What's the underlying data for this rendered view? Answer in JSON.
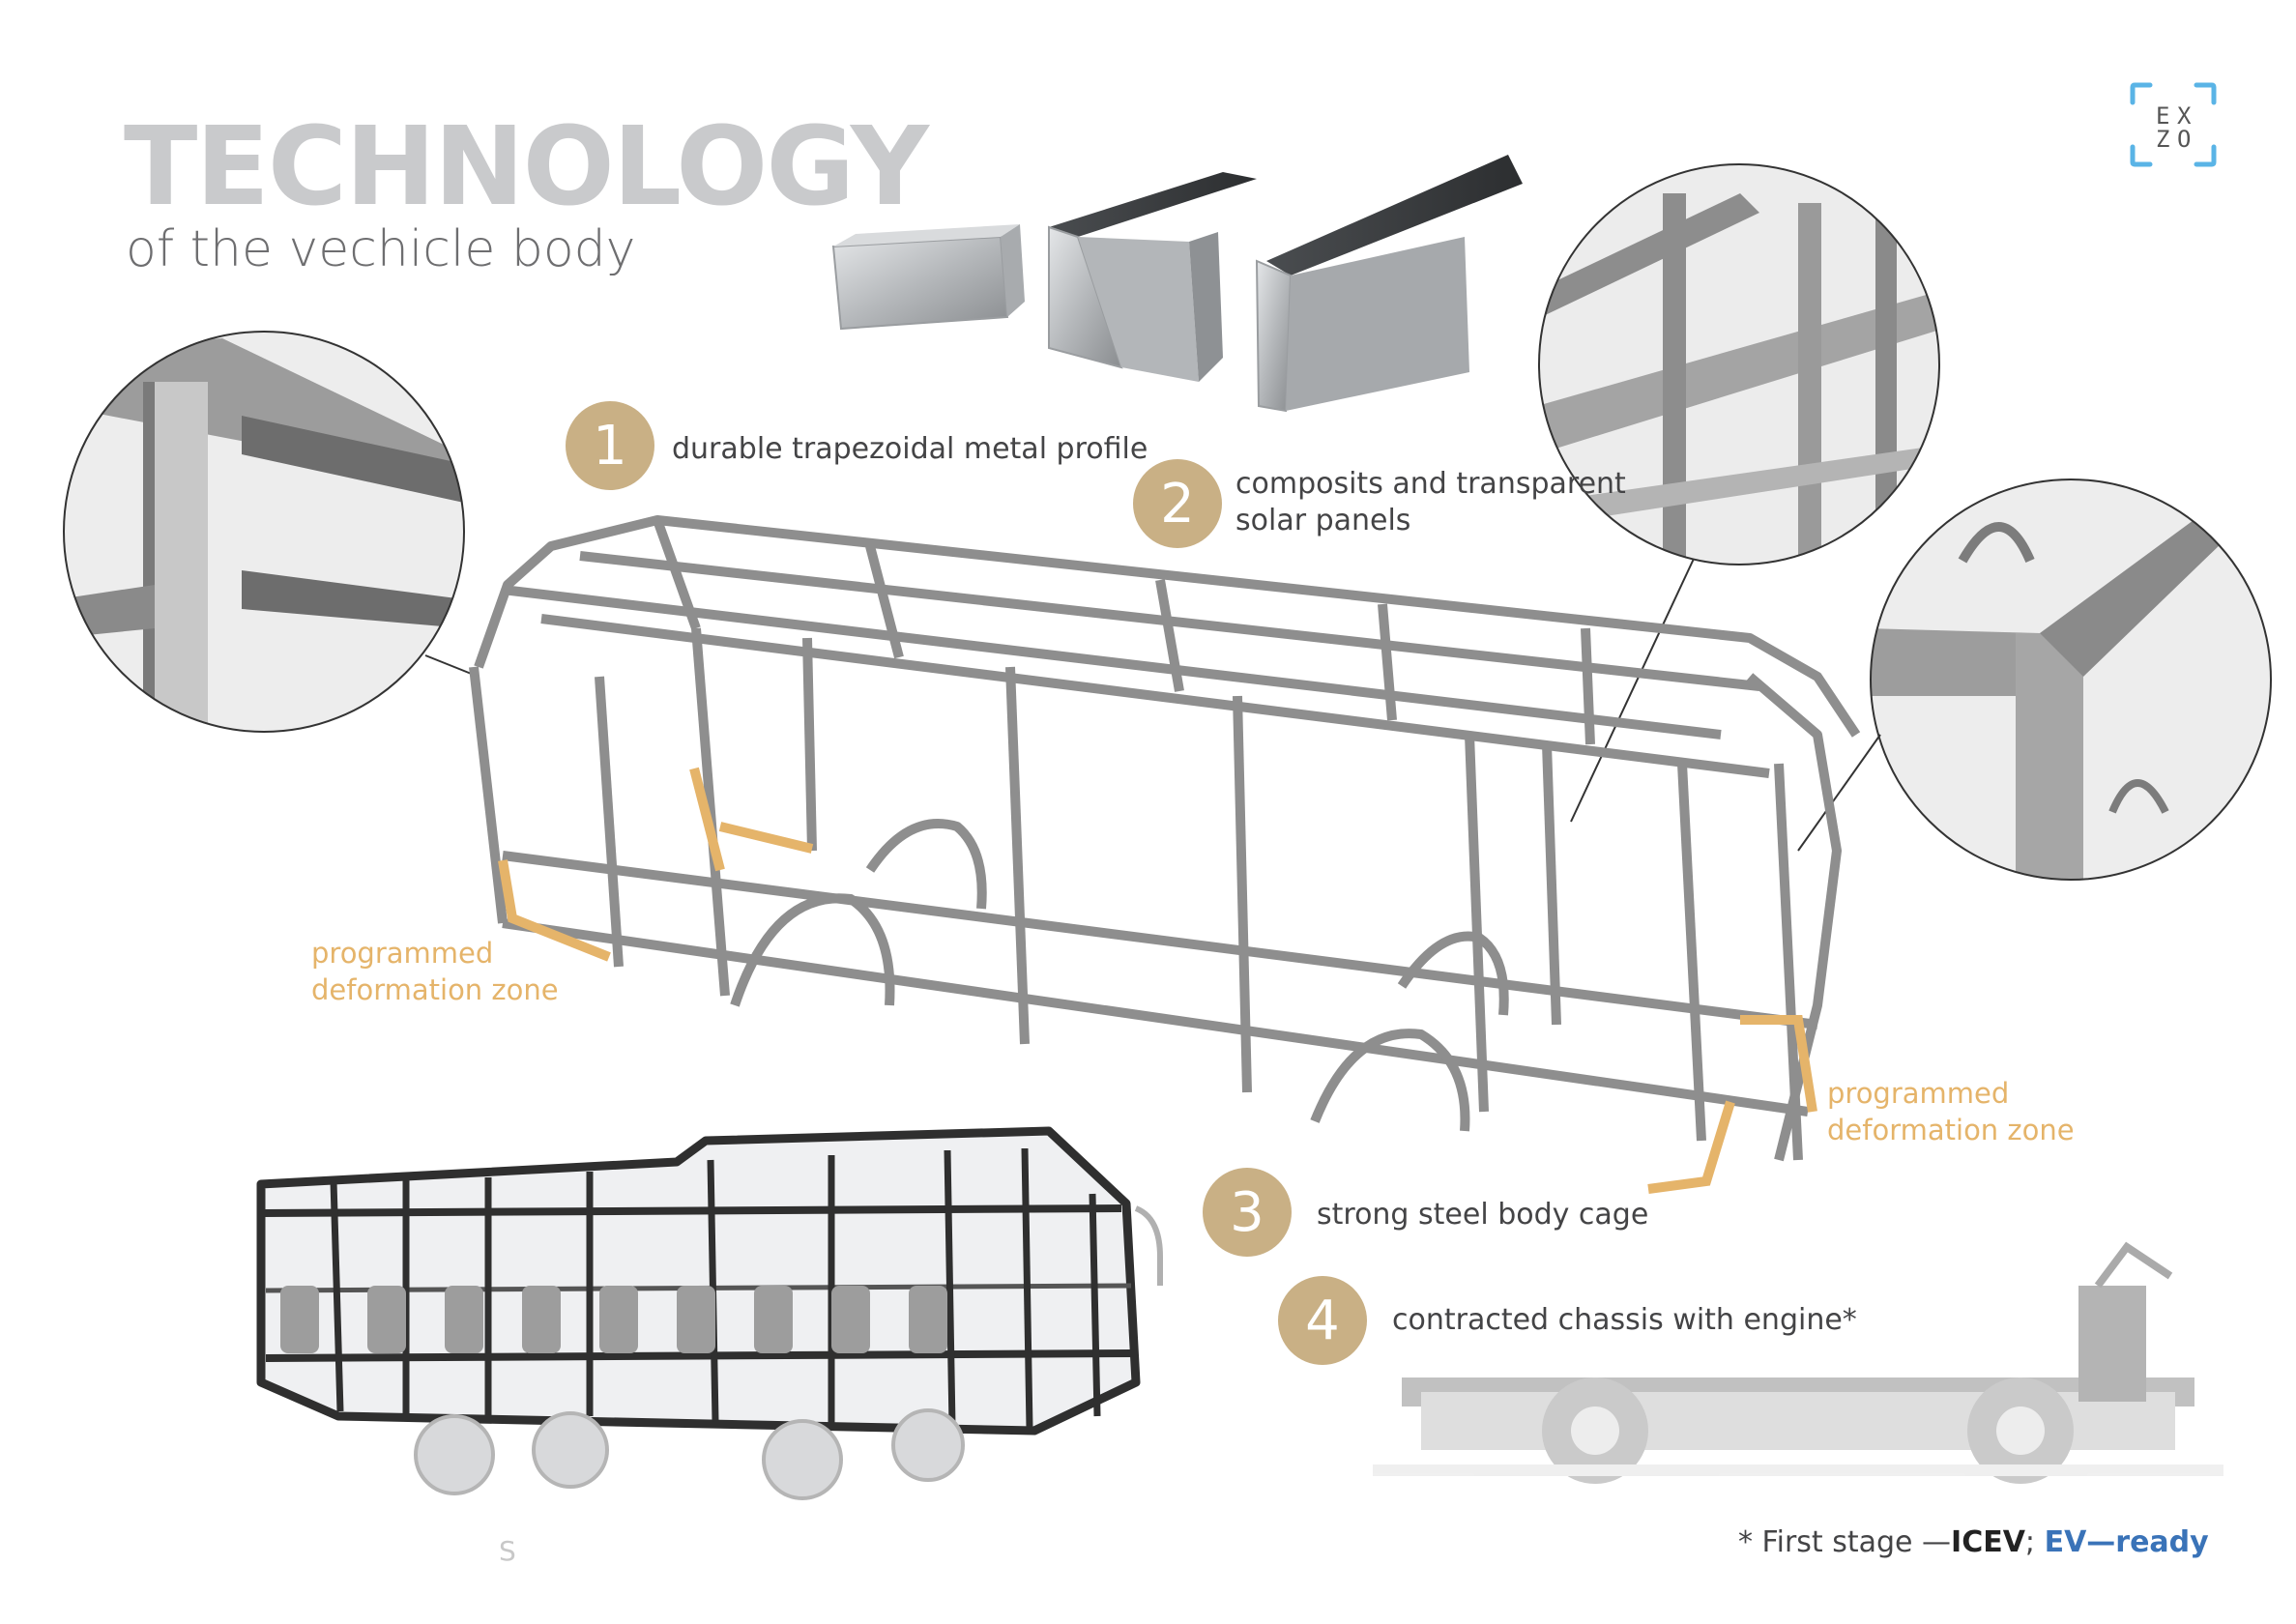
{
  "header": {
    "title": "TECHNOLOGY",
    "subtitle": "of the vechicle body"
  },
  "features": [
    {
      "number": "1",
      "lines": [
        "durable trapezoidal metal profile"
      ]
    },
    {
      "number": "2",
      "lines": [
        "composits and transparent",
        "solar panels"
      ]
    },
    {
      "number": "3",
      "lines": [
        "strong steel body cage"
      ]
    },
    {
      "number": "4",
      "lines": [
        "contracted chassis with engine*"
      ]
    }
  ],
  "deformation_zone": {
    "left": [
      "programmed",
      "deformation zone"
    ],
    "right": [
      "programmed",
      "deformation zone"
    ]
  },
  "footnote": {
    "prefix": "* First stage —",
    "icev": "ICEV",
    "separator": "; ",
    "ev": "EV—ready"
  },
  "page_letter": "S",
  "logo": {
    "letters": [
      "E",
      "X",
      "Z",
      "O"
    ],
    "color": "#5ab4e6"
  },
  "colors": {
    "accent": "#c9b085",
    "deformation": "#e5b46a",
    "title": "#c9cacc",
    "frame": "#8e8e8e",
    "ev": "#3a73b8"
  }
}
